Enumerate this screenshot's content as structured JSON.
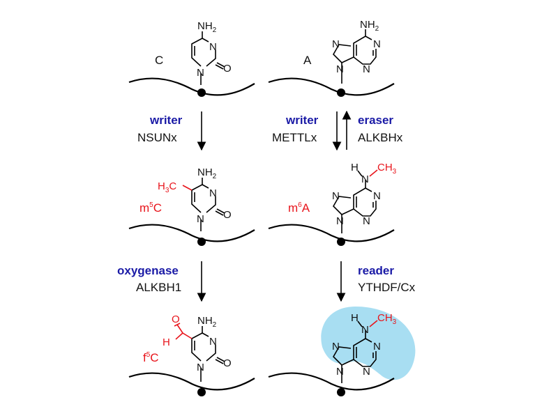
{
  "colors": {
    "enzyme_class": "#1a1aa6",
    "modification": "#e8141b",
    "reader_blob": "#a8def2",
    "default": "#111111"
  },
  "left_column": {
    "base_label": "C",
    "step1": {
      "role": "writer",
      "enzyme": "NSUNx"
    },
    "mod1": {
      "prefix": "m",
      "sup": "5",
      "suffix": "C"
    },
    "step2": {
      "role": "oxygenase",
      "enzyme": "ALKBH1"
    },
    "mod2": {
      "prefix": "f",
      "sup": "5",
      "suffix": "C"
    }
  },
  "right_column": {
    "base_label": "A",
    "step1": {
      "role": "writer",
      "enzyme": "METTLx"
    },
    "step1_reverse": {
      "role": "eraser",
      "enzyme": "ALKBHx"
    },
    "mod1": {
      "prefix": "m",
      "sup": "6",
      "suffix": "A"
    },
    "step2": {
      "role": "reader",
      "enzyme": "YTHDF/Cx"
    }
  },
  "atoms": {
    "n": "N",
    "o": "O",
    "h": "H",
    "c": "C",
    "nh2": {
      "base": "NH",
      "sub": "2"
    },
    "ch3": {
      "base": "CH",
      "sub": "3"
    },
    "h3c": {
      "base": "H",
      "sub": "3",
      "tail": "C"
    }
  }
}
